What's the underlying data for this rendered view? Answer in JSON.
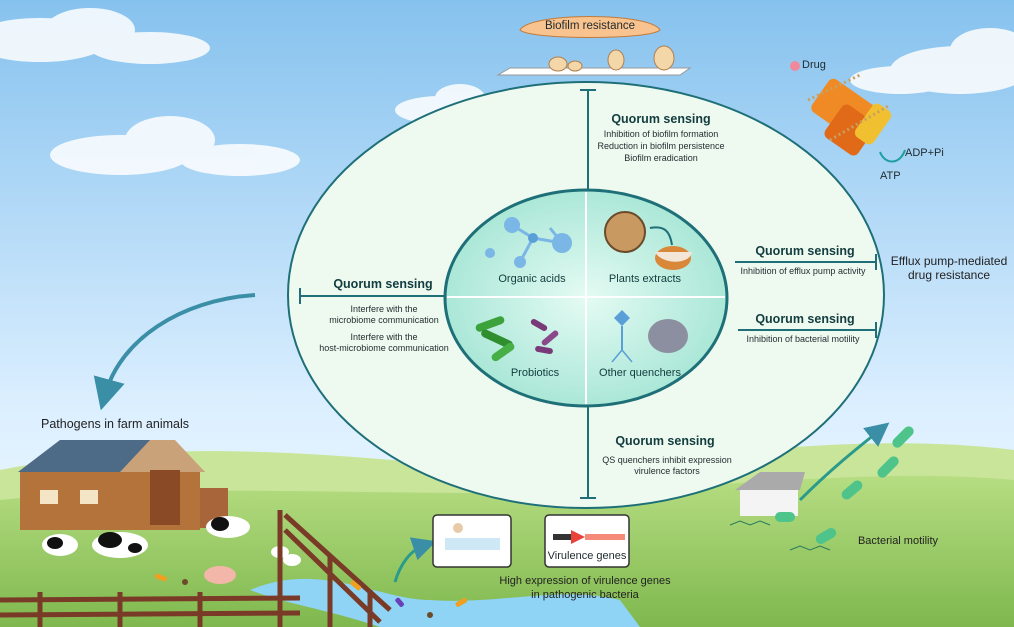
{
  "biofilm": {
    "title": "Biofilm resistance"
  },
  "top": {
    "heading": "Quorum sensing",
    "lines": [
      "Inhibition of biofilm formation",
      "Reduction in biofilm persistence",
      "Biofilm eradication"
    ]
  },
  "left": {
    "heading": "Quorum sensing",
    "line1a": "Interfere with the",
    "line1b": "microbiome communication",
    "line2a": "Interfere with the",
    "line2b": "host-microbiome communication"
  },
  "right_top": {
    "heading": "Quorum sensing",
    "line": "Inhibition of efflux pump activity"
  },
  "right_bottom": {
    "heading": "Quorum sensing",
    "line": "Inhibition of bacterial motility"
  },
  "bottom": {
    "heading": "Quorum sensing",
    "line1": "QS quenchers inhibit expression",
    "line2": "virulence factors"
  },
  "center": {
    "q1": "Organic acids",
    "q2": "Plants extracts",
    "q3": "Probiotics",
    "q4": "Other quenchers"
  },
  "efflux": {
    "line1": "Efflux pump-mediated",
    "line2": "drug resistance"
  },
  "pump": {
    "drug": "Drug",
    "adp": "ADP+Pi",
    "atp": "ATP"
  },
  "farm": {
    "title": "Pathogens in farm animals"
  },
  "virulence": {
    "box": "Virulence genes",
    "line1": "High expression of virulence genes",
    "line2": "in pathogenic bacteria"
  },
  "motility": {
    "label": "Bacterial motility"
  },
  "colors": {
    "ring": "#1e6f78",
    "ellipse_fill": "#eefaf0",
    "inner_fill": "#b9ece0",
    "sky_top": "#8ec6ee",
    "grass": "#9fce6a",
    "water": "#8fd3f5"
  }
}
